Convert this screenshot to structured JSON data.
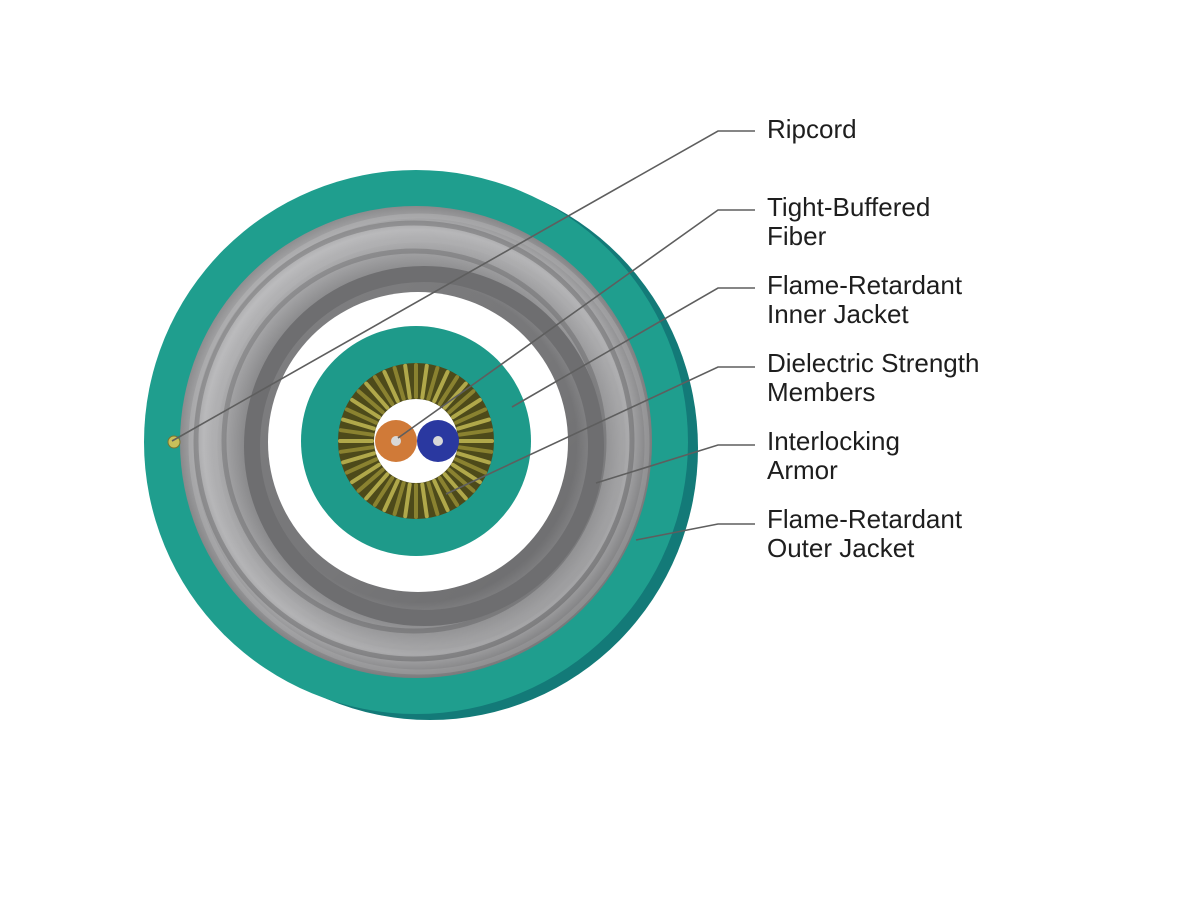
{
  "colors": {
    "outer_jacket": "#1f9e8e",
    "outer_jacket_side": "#137a78",
    "armor": "#8f8f90",
    "armor_dark": "#6e6e70",
    "inner_jacket": "#1e9a8a",
    "strength_members": "#8a8230",
    "fiber_orange": "#d07a38",
    "fiber_blue": "#2a38a0",
    "ripcord": "#c8c05a",
    "leader": "#5e5e5e",
    "text": "#1e1e1e"
  },
  "labels": [
    {
      "id": "ripcord",
      "lines": [
        "Ripcord"
      ]
    },
    {
      "id": "tight-buffered-fiber",
      "lines": [
        "Tight-Buffered",
        "Fiber"
      ]
    },
    {
      "id": "inner-jacket",
      "lines": [
        "Flame-Retardant",
        "Inner Jacket"
      ]
    },
    {
      "id": "strength-members",
      "lines": [
        "Dielectric Strength",
        "Members"
      ]
    },
    {
      "id": "interlocking-armor",
      "lines": [
        "Interlocking",
        "Armor"
      ]
    },
    {
      "id": "outer-jacket",
      "lines": [
        "Flame-Retardant",
        "Outer Jacket"
      ]
    }
  ]
}
